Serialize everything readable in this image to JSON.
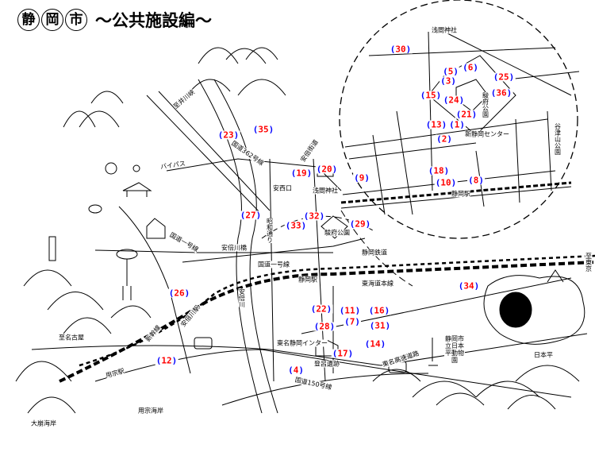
{
  "title": {
    "circled": [
      "静",
      "岡",
      "市"
    ],
    "subtitle": "～公共施設編～"
  },
  "colors": {
    "paren": "#0000ff",
    "number": "#ff0000",
    "line": "#000000"
  },
  "markers": [
    {
      "n": "30"
    },
    {
      "n": "5"
    },
    {
      "n": "6"
    },
    {
      "n": "3"
    },
    {
      "n": "25"
    },
    {
      "n": "15"
    },
    {
      "n": "24"
    },
    {
      "n": "36"
    },
    {
      "n": "21"
    },
    {
      "n": "13"
    },
    {
      "n": "1"
    },
    {
      "n": "2"
    },
    {
      "n": "18"
    },
    {
      "n": "10"
    },
    {
      "n": "8"
    },
    {
      "n": "9"
    },
    {
      "n": "23"
    },
    {
      "n": "35"
    },
    {
      "n": "19"
    },
    {
      "n": "20"
    },
    {
      "n": "27"
    },
    {
      "n": "33"
    },
    {
      "n": "32"
    },
    {
      "n": "29"
    },
    {
      "n": "26"
    },
    {
      "n": "12"
    },
    {
      "n": "22"
    },
    {
      "n": "11"
    },
    {
      "n": "16"
    },
    {
      "n": "7"
    },
    {
      "n": "31"
    },
    {
      "n": "28"
    },
    {
      "n": "14"
    },
    {
      "n": "17"
    },
    {
      "n": "4"
    },
    {
      "n": "34"
    }
  ],
  "labels": {
    "sengen_top": "浅間神社",
    "sunpu_inset": "駿府公園",
    "shinshizuoka": "新静岡センター",
    "station_inset": "静岡駅",
    "yatsuyama": "谷津山公園",
    "abe_kaido": "安倍街道",
    "anzai": "安西口",
    "sengen": "浅間神社",
    "sunpu": "駿府公園",
    "showa": "昭和通り",
    "abekawa_bridge": "安倍川橋",
    "route1_a": "国道一号線",
    "route1_b": "国道一号線",
    "shizutetsu": "静岡鉄道",
    "station": "静岡駅",
    "tokaido": "東海道本線",
    "tomei_ic": "東名静岡インター",
    "toro": "登呂遺跡",
    "route150": "国道150号線",
    "tomei": "東名高速道路",
    "zoo": "静岡市立日本平動物園",
    "nihondaira": "日本平",
    "to_tokyo": "至東京",
    "abekawa_st": "安倍川駅",
    "shinkansen": "新幹線",
    "abekawa": "安倍川",
    "to_nagoya": "至名古屋",
    "mochimune_st": "用宗駅",
    "mochimune_coast": "用宗海岸",
    "okuzure": "大崩海岸",
    "route362": "国道362号線",
    "bypass": "バイパス",
    "to_ikawa": "至井川峡"
  }
}
